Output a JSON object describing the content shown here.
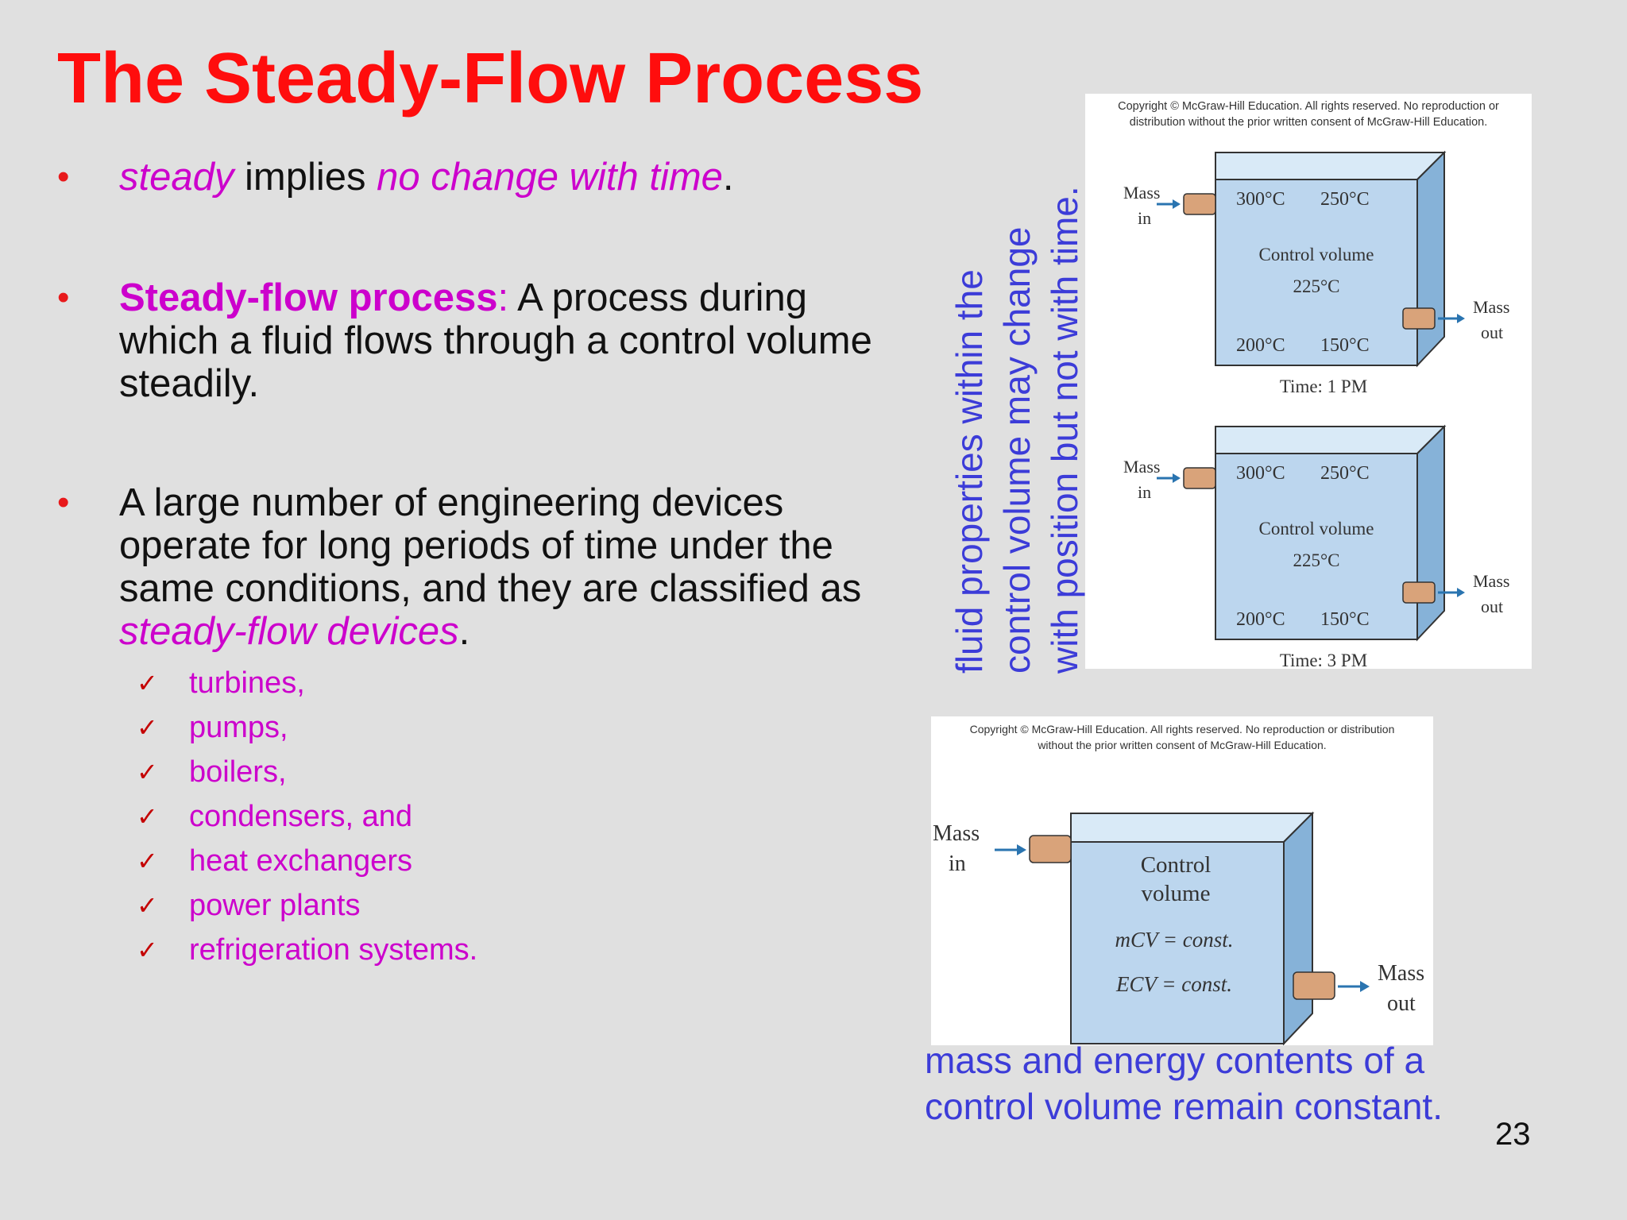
{
  "title": "The Steady-Flow Process",
  "bullets": {
    "b1": {
      "a": "steady",
      "b": " implies ",
      "c": "no change with time",
      "d": "."
    },
    "b2": {
      "a": "Steady-flow process",
      "b": ":",
      "c": " A process during which a fluid flows through a control volume steadily."
    },
    "b3": {
      "a": "A large number of engineering devices operate for long periods of time under the same conditions, and they are classified as ",
      "b": "steady-flow devices",
      "c": "."
    }
  },
  "devices": [
    "turbines,",
    "pumps,",
    "boilers,",
    "condensers, and",
    "heat exchangers",
    "power plants",
    "refrigeration systems."
  ],
  "check_mark": "✓",
  "bullet_mark": "•",
  "figure1": {
    "copyright": "Copyright © McGraw-Hill Education.  All rights reserved. No reproduction or distribution without the prior written consent of McGraw-Hill Education.",
    "mass_in": [
      "Mass",
      "in"
    ],
    "mass_out": [
      "Mass",
      "out"
    ],
    "temps_top": [
      "300°C",
      "250°C"
    ],
    "cv_label": "Control volume",
    "cv_temp": "225°C",
    "temps_bottom": [
      "200°C",
      "150°C"
    ],
    "times": [
      "Time: 1 PM",
      "Time: 3 PM"
    ]
  },
  "caption1": [
    "fluid properties within the",
    "control volume may change",
    "with position but not with time."
  ],
  "figure2": {
    "copyright": "Copyright © McGraw-Hill Education.  All rights reserved. No reproduction or distribution without the prior written consent of McGraw-Hill Education.",
    "mass_in": [
      "Mass",
      "in"
    ],
    "mass_out": [
      "Mass",
      "out"
    ],
    "cv_label": [
      "Control",
      "volume"
    ],
    "eq1": "mCV = const.",
    "eq2": "ECV = const."
  },
  "caption2": "mass and energy contents of a control volume remain constant.",
  "page_number": "23",
  "colors": {
    "title": "#ff0d0d",
    "magenta": "#cc00cc",
    "caption": "#3c3cd8",
    "box": "#bcd6ee"
  }
}
